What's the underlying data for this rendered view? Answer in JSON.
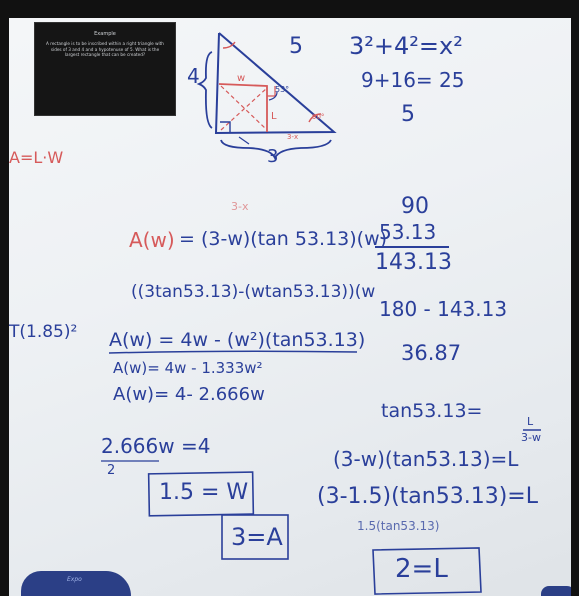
{
  "sign": {
    "heading": "Example",
    "body": "A rectangle is to be inscribed within a right triangle with sides of 3 and 4 and a hypotenuse of 5. What is the largest rectangle that can be created?"
  },
  "triangle_labels": {
    "left_side": "4",
    "bottom_side": "3",
    "hypotenuse": "5",
    "rect_width": "w",
    "rect_length": "L",
    "angle": "53°",
    "angle2": "90°",
    "bottom_segment": "3-x"
  },
  "equations": {
    "pythag1": "3²+4²=x²",
    "pythag2": "9+16= 25",
    "pythag3": "5",
    "area_formula": "A=L·W",
    "area_red_note": "3-x",
    "area_fn_label": "A(w)",
    "area_fn_rest": "= (3-w)(tan 53.13)(w)",
    "expand1": "((3tan53.13)-(wtan53.13))(w",
    "side_note": "T(1.85)²",
    "expand2": "A(w) = 4w - (w²)(tan53.13)",
    "expand3": "A(w)= 4w - 1.333w²",
    "expand4": "A(w)= 4- 2.666w",
    "solve1": "2.666w =4",
    "solve_den": "2",
    "result_w": "1.5 = W",
    "result_a": "3=A",
    "col1": "90",
    "col2": "53.13",
    "col3": "143.13",
    "col4": "180 - 143.13",
    "col5": "36.87",
    "tan_eq": "tan53.13=",
    "tan_num": "L",
    "tan_den": "3-w",
    "l_eq1": "(3-w)(tan53.13)=L",
    "l_eq2": "(3-1.5)(tan53.13)=L",
    "l_eq3": "1.5(tan53.13)",
    "result_l": "2=L"
  },
  "marker": {
    "label": "Expo"
  },
  "colors": {
    "blue_ink": "#2a3f9a",
    "red_ink": "#d65a5a",
    "board": "#eef1f4",
    "frame": "#111111"
  }
}
